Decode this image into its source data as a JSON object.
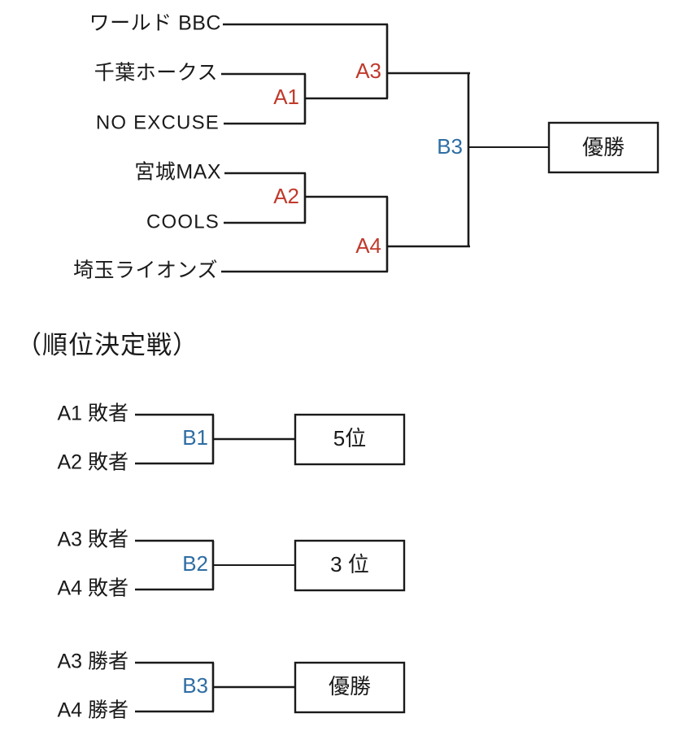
{
  "diagram": {
    "title_main": "",
    "colors": {
      "match_a": "#c0392b",
      "match_b": "#2e6da4",
      "line": "#1a1a1a",
      "text": "#1a1a1a",
      "background": "#ffffff"
    }
  },
  "main_bracket": {
    "teams": [
      {
        "id": "t1",
        "name": "ワールド BBC"
      },
      {
        "id": "t2",
        "name": "千葉ホークス"
      },
      {
        "id": "t3",
        "name": "NO EXCUSE"
      },
      {
        "id": "t4",
        "name": "宮城MAX"
      },
      {
        "id": "t5",
        "name": "COOLS"
      },
      {
        "id": "t6",
        "name": "埼玉ライオンズ"
      }
    ],
    "matches": [
      {
        "id": "A1",
        "code": "A1",
        "color_role": "match_a"
      },
      {
        "id": "A2",
        "code": "A2",
        "color_role": "match_a"
      },
      {
        "id": "A3",
        "code": "A3",
        "color_role": "match_a"
      },
      {
        "id": "A4",
        "code": "A4",
        "color_role": "match_a"
      },
      {
        "id": "B3",
        "code": "B3",
        "color_role": "match_b"
      }
    ],
    "final_box": {
      "label": "優勝"
    }
  },
  "placement_section": {
    "heading": "（順位決定戦）",
    "rounds": [
      {
        "id": "B1",
        "code": "B1",
        "color_role": "match_b",
        "entrants": [
          {
            "label": "A1 敗者"
          },
          {
            "label": "A2 敗者"
          }
        ],
        "result_box": {
          "label": "5位"
        }
      },
      {
        "id": "B2",
        "code": "B2",
        "color_role": "match_b",
        "entrants": [
          {
            "label": "A3 敗者"
          },
          {
            "label": "A4 敗者"
          }
        ],
        "result_box": {
          "label": "3 位"
        }
      },
      {
        "id": "B3",
        "code": "B3",
        "color_role": "match_b",
        "entrants": [
          {
            "label": "A3 勝者"
          },
          {
            "label": "A4 勝者"
          }
        ],
        "result_box": {
          "label": "優勝"
        }
      }
    ]
  }
}
